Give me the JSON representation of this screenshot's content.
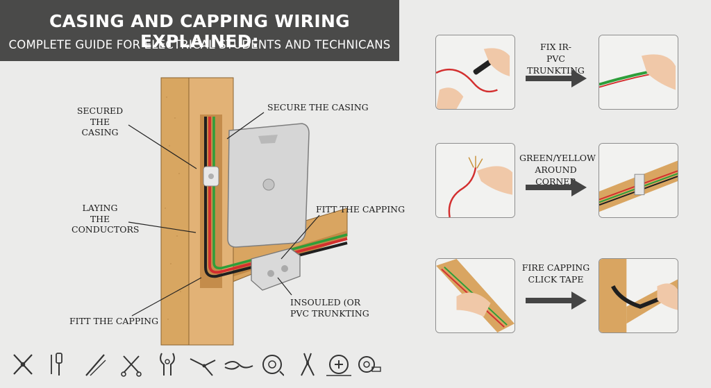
{
  "header": {
    "title": "Casing and Capping Wiring Explained:",
    "subtitle": "Complete Guide for Electrical Students and Technicans"
  },
  "diagram": {
    "callouts": {
      "secured_casing": [
        "Secured",
        "the Casing"
      ],
      "secure_the_casing": "Secure the Casing",
      "laying_conductors": [
        "Laying the",
        "Conductors"
      ],
      "fitt_capping_right": "Fitt the Capping",
      "insouled": [
        "Insouled (or",
        "PVC Trunkting"
      ],
      "fitt_capping_left": "Fitt the Capping"
    }
  },
  "steps": [
    {
      "label": [
        "Fix IR-",
        "PVC Trunkting"
      ]
    },
    {
      "label": [
        "Green/Yellow",
        "around corner"
      ]
    },
    {
      "label": [
        "Fire Capping",
        "Click tape"
      ]
    }
  ],
  "tools": [
    "wire-stripper-icon",
    "screwdriver-icon",
    "tester-icon",
    "scissors-icon",
    "clamp-icon",
    "cutter-icon",
    "pliers-icon",
    "tape-measure-icon",
    "long-nose-pliers-icon",
    "multimeter-icon",
    "measuring-tape-icon"
  ],
  "colors": {
    "title_bg": "#4a4a49",
    "wood": "#d9a561",
    "wire_red": "#d32f2f",
    "wire_green": "#2e9e3a",
    "wire_black": "#1f1f1f",
    "arrow": "#444444"
  }
}
